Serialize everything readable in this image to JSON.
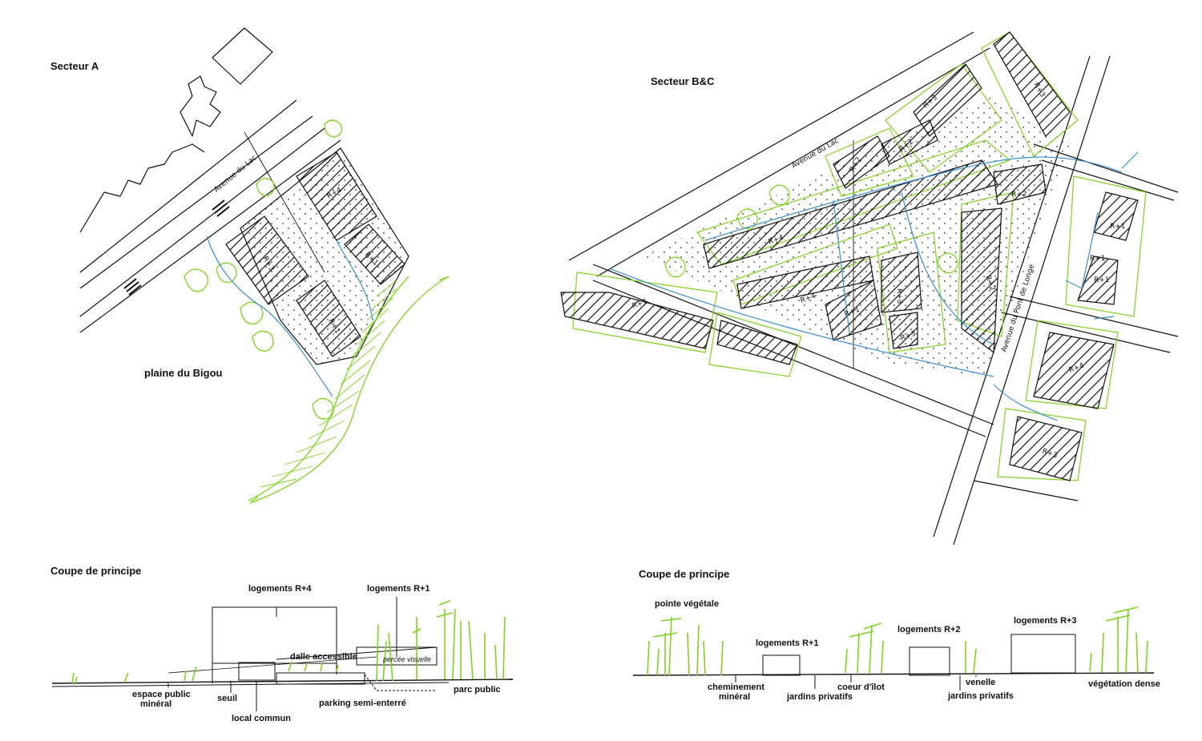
{
  "sector_a": {
    "title": "Secteur A",
    "plain_label": "plaine du Bigou",
    "street": "Avenue du Lac",
    "buildings": [
      "R+4",
      "R+3",
      "R+1",
      "R+1"
    ]
  },
  "sector_bc": {
    "title": "Secteur B&C",
    "street_north": "Avenue du Lac",
    "street_east": "Avenue du Pont de Longe",
    "buildings": [
      "R+3",
      "R+3",
      "R+2",
      "R+2",
      "R+4",
      "R+2",
      "R+2",
      "R+4",
      "R+1",
      "R+3",
      "R+3",
      "R+1",
      "R+1",
      "R+1",
      "R+1",
      "R+4",
      "R+3"
    ]
  },
  "section_a": {
    "title": "Coupe de principe",
    "labels": {
      "housing_r4": "logements R+4",
      "housing_r1": "logements R+1",
      "deck": "dalle accessible",
      "view": "percée visuelle",
      "public_space_1": "espace public",
      "public_space_2": "minéral",
      "threshold": "seuil",
      "common_room": "local commun",
      "parking": "parking semi-enterré",
      "park": "parc public"
    }
  },
  "section_bc": {
    "title": "Coupe de principe",
    "labels": {
      "green_tip": "pointe végétale",
      "housing_r1": "logements R+1",
      "housing_r2": "logements R+2",
      "housing_r3": "logements R+3",
      "path_1": "cheminement",
      "path_2": "minéral",
      "gardens_1": "jardins privatifs",
      "heart": "coeur d'îlot",
      "alley": "venelle",
      "gardens_2": "jardins privatifs",
      "dense": "végétation dense"
    }
  },
  "colors": {
    "ink": "#111111",
    "green": "#7ed321",
    "blue": "#3a8fd0"
  }
}
